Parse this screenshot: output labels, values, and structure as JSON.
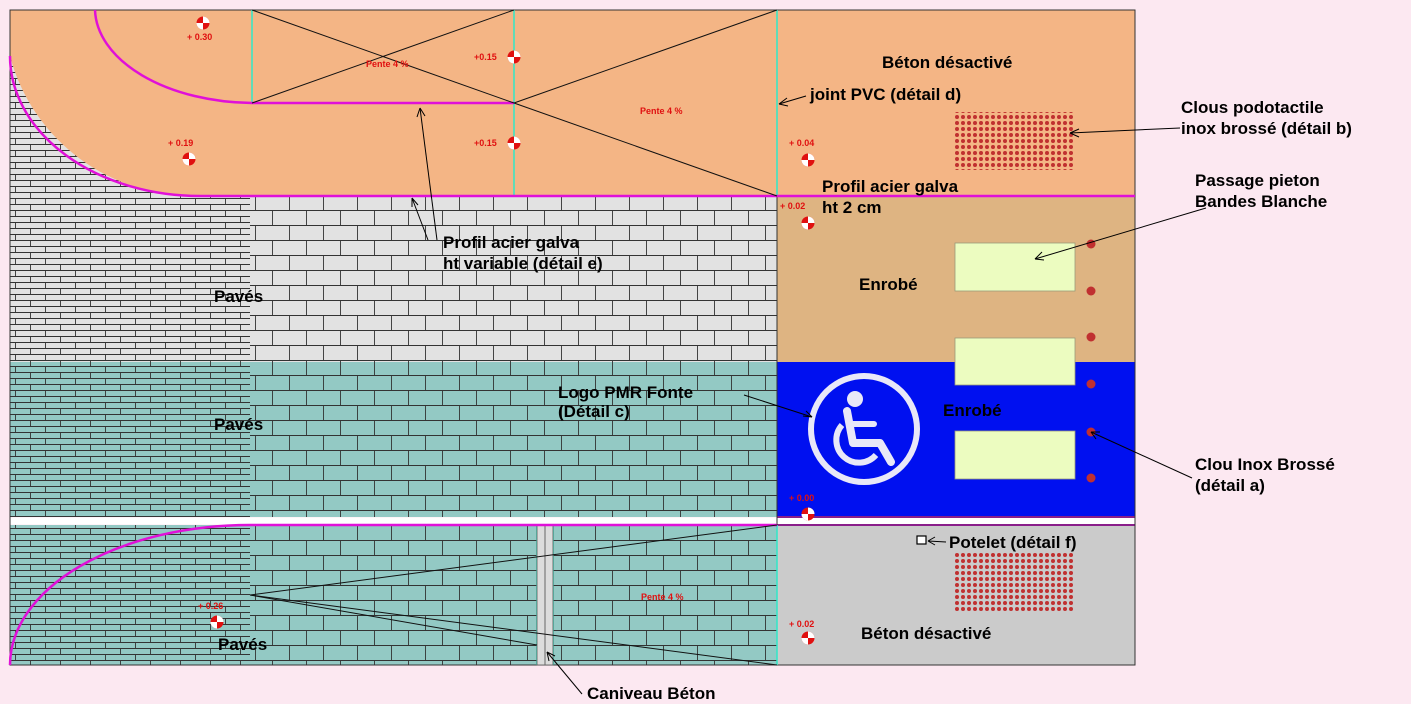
{
  "colors": {
    "background": "#fce8f1",
    "concrete_orange": "#f4b585",
    "asphalt_tan": "#deb482",
    "pmr_blue": "#0010f0",
    "concrete_grey": "#cbcbcb",
    "pavers_grey": "#e2e2e2",
    "pavers_teal": "#93c9c4",
    "magenta_profile": "#e010d8",
    "green_joint": "#30e8c8",
    "crossing_band": "#ecfcc0",
    "stud_red": "#c03030",
    "level_red": "#e01010"
  },
  "icons": {
    "level_marker": "level-marker-icon",
    "pmr_logo": "wheelchair-icon",
    "bollard": "bollard-icon",
    "stud": "stud-icon"
  },
  "zones": {
    "beton_top": "Béton désactivé",
    "enrobe_1": "Enrobé",
    "enrobe_2": "Enrobé",
    "pave_1": "Pavés",
    "pave_2": "Pavés",
    "pave_3": "Pavés",
    "beton_bottom": "Béton désactivé"
  },
  "levels": {
    "l030": "+ 0.30",
    "l015a": "+0.15",
    "l015b": "+0.15",
    "l019": "+ 0.19",
    "l004": "+ 0.04",
    "l002a": "+ 0.02",
    "l000": "+ 0.00",
    "l026": "+ 0.26",
    "l002b": "+ 0.02"
  },
  "slopes": {
    "s1": "Pente 4 %",
    "s2": "Pente 4 %",
    "s3": "Pente 4 %"
  },
  "annotations": {
    "joint_pvc": "joint PVC (détail d)",
    "clous_1": "Clous podotactile",
    "clous_2": "inox brossé (détail b)",
    "profil_galva_1": "Profil acier galva",
    "profil_galva_2": "ht 2 cm",
    "passage_1": "Passage pieton",
    "passage_2": "Bandes Blanche",
    "profil_var_1": "Profil acier galva",
    "profil_var_2": "ht variable (détail e)",
    "logo_pmr_1": "Logo PMR Fonte",
    "logo_pmr_2": "(Détail c)",
    "clou_inox_1": "Clou Inox Brossé",
    "clou_inox_2": "(détail a)",
    "potelet": "Potelet (détail f)",
    "caniveau": "Caniveau Béton"
  }
}
